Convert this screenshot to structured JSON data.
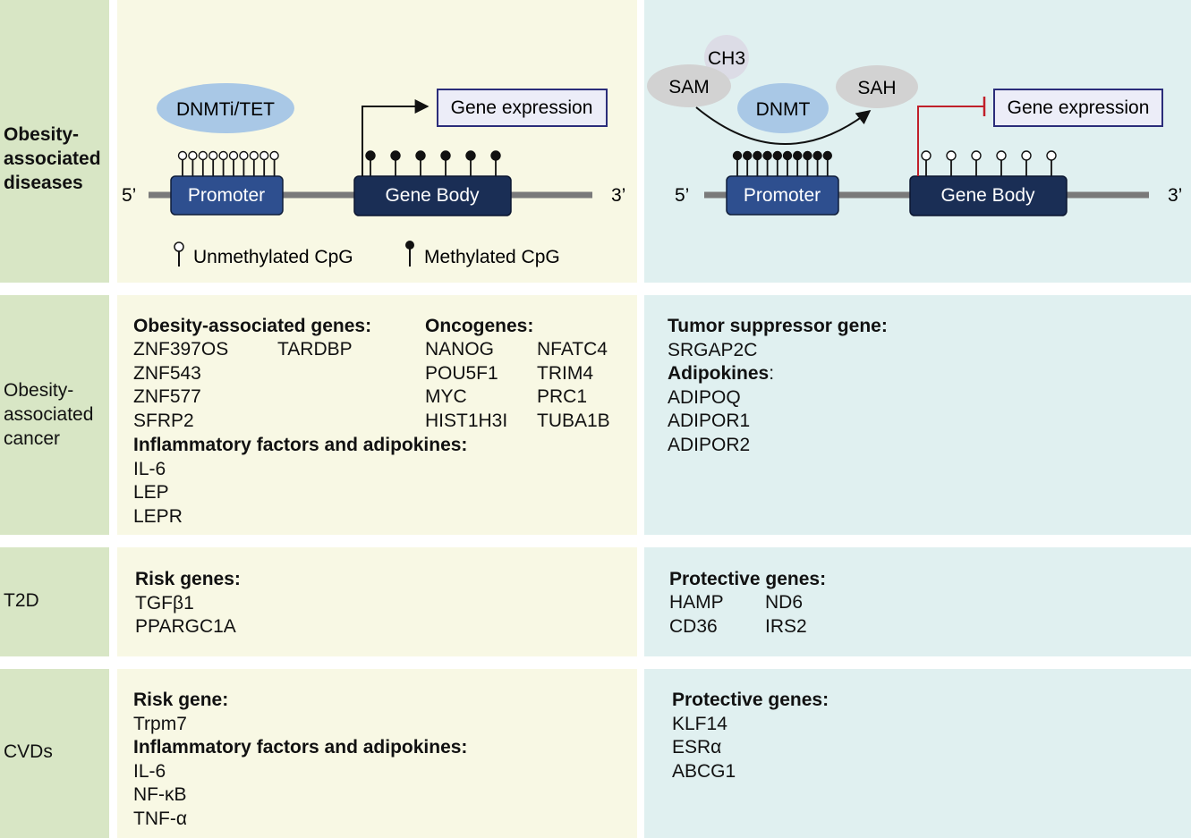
{
  "rows": {
    "r1": "Obesity-associated diseases",
    "r1_lines": [
      "Obesity-",
      "associated",
      "diseases"
    ],
    "r2_lines": [
      "Obesity-",
      "associated",
      "cancer"
    ],
    "r3": "T2D",
    "r4": "CVDs"
  },
  "left_diagram": {
    "enzyme": "DNMTi/TET",
    "output": "Gene expression",
    "promoter": "Promoter",
    "gene_body": "Gene Body",
    "five_prime": "5’",
    "three_prime": "3’",
    "legend_unmethylated": "Unmethylated CpG",
    "legend_methylated": "Methylated CpG"
  },
  "right_diagram": {
    "ch3": "CH3",
    "sam": "SAM",
    "sah": "SAH",
    "enzyme": "DNMT",
    "output": "Gene expression",
    "promoter": "Promoter",
    "gene_body": "Gene Body",
    "five_prime": "5’",
    "three_prime": "3’"
  },
  "cancer": {
    "left": {
      "obesity_header": "Obesity-associated genes:",
      "obesity_col1": [
        "ZNF397OS",
        "ZNF543",
        "ZNF577",
        "SFRP2"
      ],
      "obesity_col2": [
        "TARDBP"
      ],
      "onco_header": "Oncogenes:",
      "onco_col1": [
        "NANOG",
        "POU5F1",
        "MYC",
        "HIST1H3I"
      ],
      "onco_col2": [
        "NFATC4",
        "TRIM4",
        "PRC1",
        "TUBA1B"
      ],
      "inflam_header": "Inflammatory factors and adipokines:",
      "inflam_items": [
        "IL-6",
        "LEP",
        "LEPR"
      ]
    },
    "right": {
      "tsg_header": "Tumor suppressor gene:",
      "tsg_items": [
        "SRGAP2C"
      ],
      "adipo_header": "Adipokines",
      "adipo_colon": ":",
      "adipo_items": [
        "ADIPOQ",
        "ADIPOR1",
        "ADIPOR2"
      ]
    }
  },
  "t2d": {
    "left": {
      "header": "Risk genes:",
      "items": [
        "TGFβ1",
        "PPARGC1A"
      ]
    },
    "right": {
      "header": "Protective genes:",
      "col1": [
        "HAMP",
        "CD36"
      ],
      "col2": [
        "ND6",
        "IRS2"
      ]
    }
  },
  "cvd": {
    "left": {
      "risk_header": "Risk gene:",
      "risk_items": [
        "Trpm7"
      ],
      "inflam_header": "Inflammatory factors and adipokines:",
      "inflam_items": [
        "IL-6",
        "NF-κB",
        "TNF-α"
      ]
    },
    "right": {
      "header": "Protective genes:",
      "items": [
        "KLF14",
        "ESRα",
        "ABCG1"
      ]
    }
  },
  "colors": {
    "label_bg": "#d8e6c5",
    "left_bg": "#f8f8e4",
    "right_bg": "#e0f0f0",
    "promoter_fill": "#2e4f8f",
    "gene_body_fill": "#1a2e55",
    "enzyme_fill": "#a9c8e6",
    "metabolite_fill": "#d2d2d2",
    "inhibit_line": "#c0202a",
    "output_border": "#2b2d7a"
  }
}
